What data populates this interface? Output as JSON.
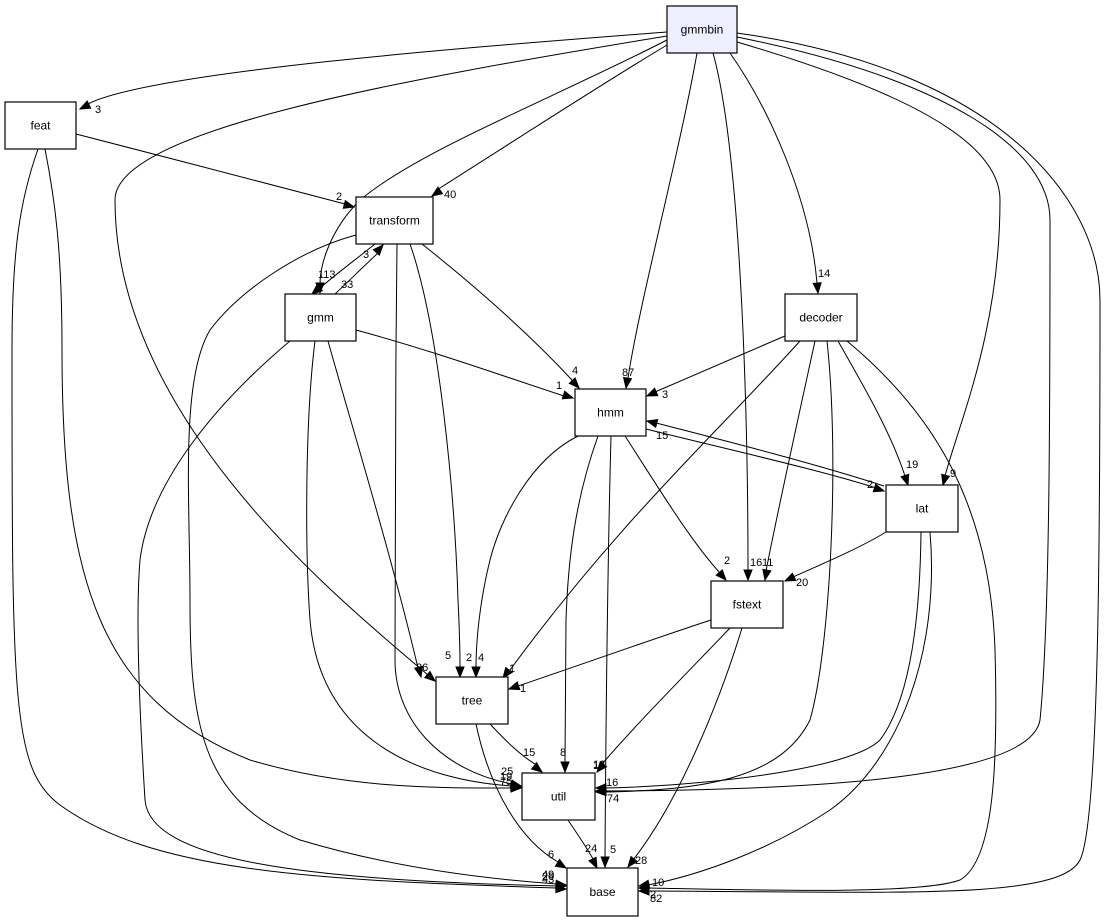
{
  "nodes": {
    "gmmbin": "gmmbin",
    "feat": "feat",
    "transform": "transform",
    "gmm": "gmm",
    "decoder": "decoder",
    "hmm": "hmm",
    "lat": "lat",
    "fstext": "fstext",
    "tree": "tree",
    "util": "util",
    "base": "base"
  },
  "edges": [
    {
      "from": "gmmbin",
      "to": "feat",
      "count": "3"
    },
    {
      "from": "gmmbin",
      "to": "transform",
      "count": "40"
    },
    {
      "from": "gmmbin",
      "to": "gmm",
      "count": "113"
    },
    {
      "from": "gmmbin",
      "to": "hmm",
      "count": "87"
    },
    {
      "from": "gmmbin",
      "to": "decoder",
      "count": "14"
    },
    {
      "from": "gmmbin",
      "to": "lat",
      "count": "9"
    },
    {
      "from": "gmmbin",
      "to": "fstext",
      "count": "16"
    },
    {
      "from": "gmmbin",
      "to": "tree",
      "count": "26"
    },
    {
      "from": "gmmbin",
      "to": "util",
      "count": "74"
    },
    {
      "from": "gmmbin",
      "to": "base",
      "count": "82"
    },
    {
      "from": "feat",
      "to": "transform",
      "count": "2"
    },
    {
      "from": "feat",
      "to": "util",
      "count": "25"
    },
    {
      "from": "feat",
      "to": "base",
      "count": "43"
    },
    {
      "from": "transform",
      "to": "gmm",
      "count": "33"
    },
    {
      "from": "transform",
      "to": "hmm",
      "count": "4"
    },
    {
      "from": "transform",
      "to": "tree",
      "count": "2"
    },
    {
      "from": "transform",
      "to": "util",
      "count": "19"
    },
    {
      "from": "transform",
      "to": "base",
      "count": "20"
    },
    {
      "from": "gmm",
      "to": "transform",
      "count": "3"
    },
    {
      "from": "gmm",
      "to": "hmm",
      "count": "1"
    },
    {
      "from": "gmm",
      "to": "tree",
      "count": "5"
    },
    {
      "from": "gmm",
      "to": "util",
      "count": "75"
    },
    {
      "from": "gmm",
      "to": "base",
      "count": "49"
    },
    {
      "from": "decoder",
      "to": "hmm",
      "count": "3"
    },
    {
      "from": "decoder",
      "to": "lat",
      "count": "19"
    },
    {
      "from": "decoder",
      "to": "fstext",
      "count": "11"
    },
    {
      "from": "decoder",
      "to": "tree",
      "count": "1"
    },
    {
      "from": "decoder",
      "to": "util",
      "count": "16"
    },
    {
      "from": "decoder",
      "to": "base",
      "count": "10"
    },
    {
      "from": "hmm",
      "to": "lat",
      "count": "2"
    },
    {
      "from": "hmm",
      "to": "fstext",
      "count": "2"
    },
    {
      "from": "hmm",
      "to": "tree",
      "count": "4"
    },
    {
      "from": "hmm",
      "to": "util",
      "count": "8"
    },
    {
      "from": "hmm",
      "to": "base",
      "count": "5"
    },
    {
      "from": "lat",
      "to": "hmm",
      "count": "15"
    },
    {
      "from": "lat",
      "to": "fstext",
      "count": "20"
    },
    {
      "from": "lat",
      "to": "util",
      "count": "16"
    },
    {
      "from": "lat",
      "to": "base",
      "count": "2"
    },
    {
      "from": "fstext",
      "to": "tree",
      "count": "1"
    },
    {
      "from": "fstext",
      "to": "util",
      "count": "16"
    },
    {
      "from": "fstext",
      "to": "base",
      "count": "28"
    },
    {
      "from": "tree",
      "to": "util",
      "count": "15"
    },
    {
      "from": "tree",
      "to": "base",
      "count": "6"
    },
    {
      "from": "util",
      "to": "base",
      "count": "24"
    }
  ]
}
